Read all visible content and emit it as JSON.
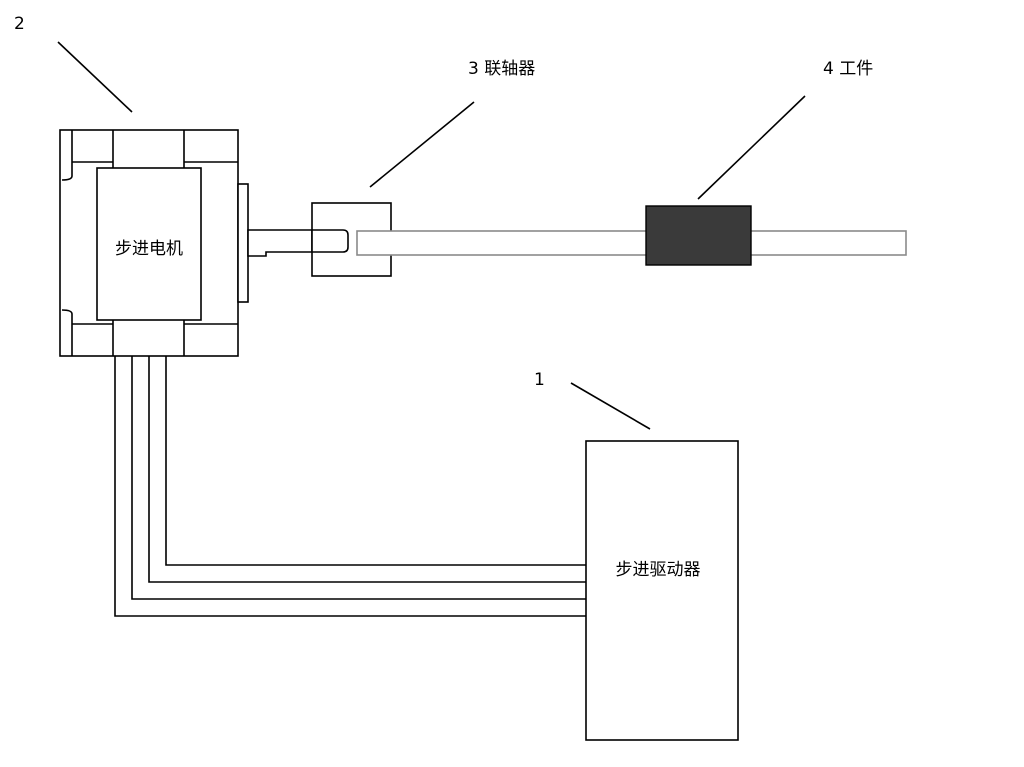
{
  "callouts": {
    "motor_number": "2",
    "coupling": "3 联轴器",
    "workpiece": "4 工件",
    "driver_number": "1"
  },
  "components": {
    "motor": "步进电机",
    "driver": "步进驱动器"
  }
}
